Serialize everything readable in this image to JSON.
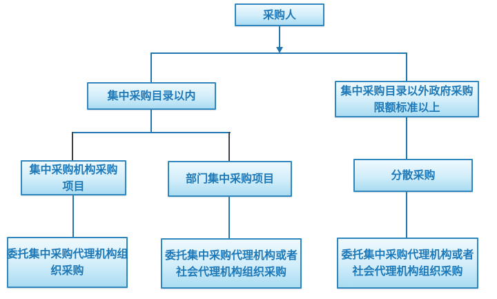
{
  "diagram": {
    "type": "flowchart",
    "nodes": [
      {
        "id": "purchaser",
        "label": "采购人",
        "lines": [
          "采购人"
        ]
      },
      {
        "id": "within-catalog",
        "label": "集中采购目录以内",
        "lines": [
          "集中采购目录以内"
        ]
      },
      {
        "id": "outside-catalog-above-limit",
        "label": "集中采购目录以外政府采购限额标准以上",
        "lines": [
          "集中采购目录以外政府采购",
          "限额标准以上"
        ]
      },
      {
        "id": "central-agency-project",
        "label": "集中采购机构采购项目",
        "lines": [
          "集中采购机构采购",
          "项目"
        ]
      },
      {
        "id": "dept-central-project",
        "label": "部门集中采购项目",
        "lines": [
          "部门集中采购项目"
        ]
      },
      {
        "id": "decentralized-procurement",
        "label": "分散采购",
        "lines": [
          "分散采购"
        ]
      },
      {
        "id": "entrust-central-agency",
        "label": "委托集中采购代理机构组织采购",
        "lines": [
          "委托集中采购代理机构组",
          "织采购"
        ]
      },
      {
        "id": "entrust-central-or-social-mid",
        "label": "委托集中采购代理机构或者社会代理机构组织采购",
        "lines": [
          "委托集中采购代理机构或者",
          "社会代理机构组织采购"
        ]
      },
      {
        "id": "entrust-central-or-social-right",
        "label": "委托集中采购代理机构或者社会代理机构组织采购",
        "lines": [
          "委托集中采购代理机构或者",
          "社会代理机构组织采购"
        ]
      }
    ],
    "edges": [
      {
        "from": "purchaser",
        "to": "within-catalog",
        "arrow": true
      },
      {
        "from": "purchaser",
        "to": "outside-catalog-above-limit",
        "arrow": true
      },
      {
        "from": "within-catalog",
        "to": "central-agency-project",
        "arrow": false
      },
      {
        "from": "within-catalog",
        "to": "dept-central-project",
        "arrow": false
      },
      {
        "from": "outside-catalog-above-limit",
        "to": "decentralized-procurement",
        "arrow": false
      },
      {
        "from": "central-agency-project",
        "to": "entrust-central-agency",
        "arrow": false
      },
      {
        "from": "dept-central-project",
        "to": "entrust-central-or-social-mid",
        "arrow": false
      },
      {
        "from": "decentralized-procurement",
        "to": "entrust-central-or-social-right",
        "arrow": false
      }
    ],
    "colors": {
      "box_border": "#2f86bd",
      "box_fill_top": "#eef9fe",
      "box_fill_bottom": "#aadcf2",
      "box_text": "#1d78b8",
      "connector": "#1f76ae",
      "connector_dark": "#3c4147",
      "background": "#ffffff"
    }
  }
}
